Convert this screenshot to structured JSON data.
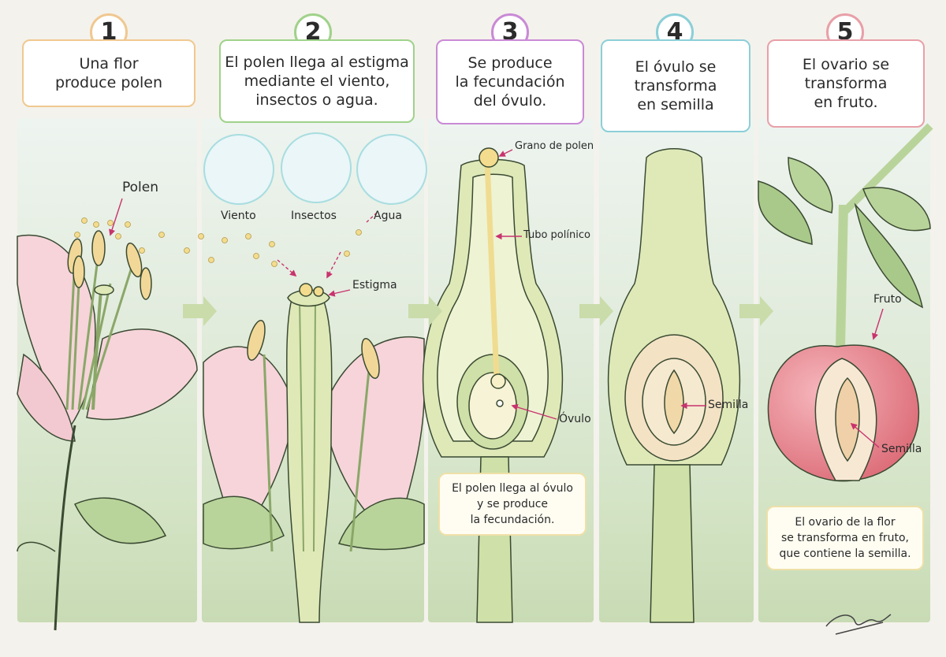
{
  "steps": [
    {
      "number": "1",
      "title": "Una flor\nproduce polen",
      "color": "#f0c890"
    },
    {
      "number": "2",
      "title": "El polen llega al estigma\nmediante el viento,\ninsectos o agua.",
      "color": "#9fd28a"
    },
    {
      "number": "3",
      "title": "Se produce\nla fecundación\ndel óvulo.",
      "color": "#c98ad6"
    },
    {
      "number": "4",
      "title": "El óvulo se\ntransforma\nen semilla",
      "color": "#8ccfd8"
    },
    {
      "number": "5",
      "title": "El ovario se\ntransforma\nen fruto.",
      "color": "#e8a0a8"
    }
  ],
  "labels": {
    "polen": "Polen",
    "viento": "Viento",
    "insectos": "Insectos",
    "agua": "Agua",
    "estigma": "Estigma",
    "grano_de_polen": "Grano de polen",
    "tubo_polinico": "Tubo polínico",
    "ovulo": "Óvulo",
    "semilla_4": "Semilla",
    "fruto": "Fruto",
    "semilla_5": "Semilla"
  },
  "notes": {
    "step3": "El polen llega al óvulo\ny se produce\nla fecundación.",
    "step5": "El ovario de la flor\nse transforma en fruto,\nque contiene la semilla."
  },
  "colors": {
    "pointer": "#c8336e",
    "petal": "#f6d4da",
    "stem": "#cfe0a8",
    "pollen": "#f3dc8e",
    "fruit": "#e98a92",
    "arrow": "#c9dcaa"
  }
}
